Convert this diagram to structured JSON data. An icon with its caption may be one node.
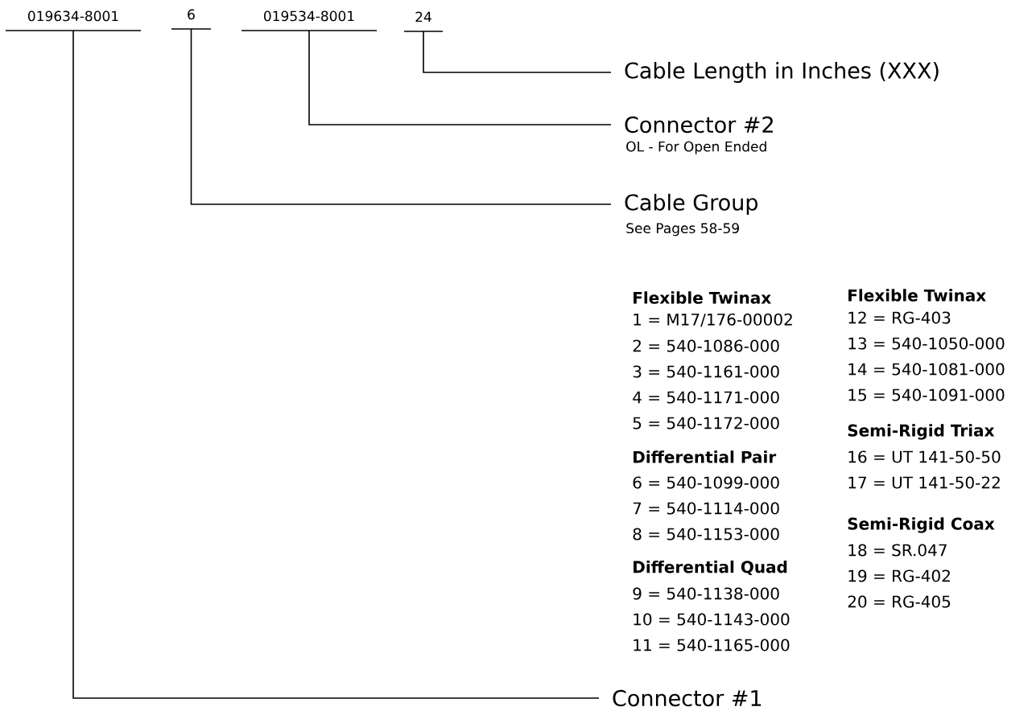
{
  "diagram": {
    "nodes": [
      {
        "text": [
          "019634-8001"
        ]
      },
      {
        "text": [
          "6"
        ]
      },
      {
        "text": [
          "019534-8001"
        ]
      },
      {
        "text": [
          "24"
        ]
      },
      {
        "text": [
          "Cable Length in Inches (XXX)"
        ]
      },
      {
        "text": [
          "Connector #2",
          "OL - For Open Ended"
        ]
      },
      {
        "text": [
          "Cable Group",
          "See Pages 58-59"
        ]
      },
      {
        "text": [
          "Connector #1"
        ]
      }
    ],
    "edges": [
      {
        "from": 3,
        "to": 4,
        "arrow": "none"
      },
      {
        "from": 2,
        "to": 5,
        "arrow": "none"
      },
      {
        "from": 1,
        "to": 6,
        "arrow": "none"
      },
      {
        "from": 0,
        "to": 7,
        "arrow": "none"
      }
    ],
    "labels": [
      "Flexible Twinax",
      "1 = M17/176-00002",
      "2 = 540-1086-000",
      "3 = 540-1161-000",
      "4 = 540-1171-000",
      "5 = 540-1172-000",
      "Differential Pair",
      "6 = 540-1099-000",
      "7 = 540-1114-000",
      "8 = 540-1153-000",
      "Differential Quad",
      "9  = 540-1138-000",
      "10 = 540-1143-000",
      "11 = 540-1165-000",
      "Flexible Twinax",
      "12 = RG-403",
      "13 = 540-1050-000",
      "14 = 540-1081-000",
      "15 = 540-1091-000",
      "Semi-Rigid Triax",
      "16 = UT 141-50-50",
      "17 = UT 141-50-22",
      "Semi-Rigid Coax",
      "18 = SR.047",
      "19 = RG-402",
      "20 = RG-405"
    ]
  }
}
